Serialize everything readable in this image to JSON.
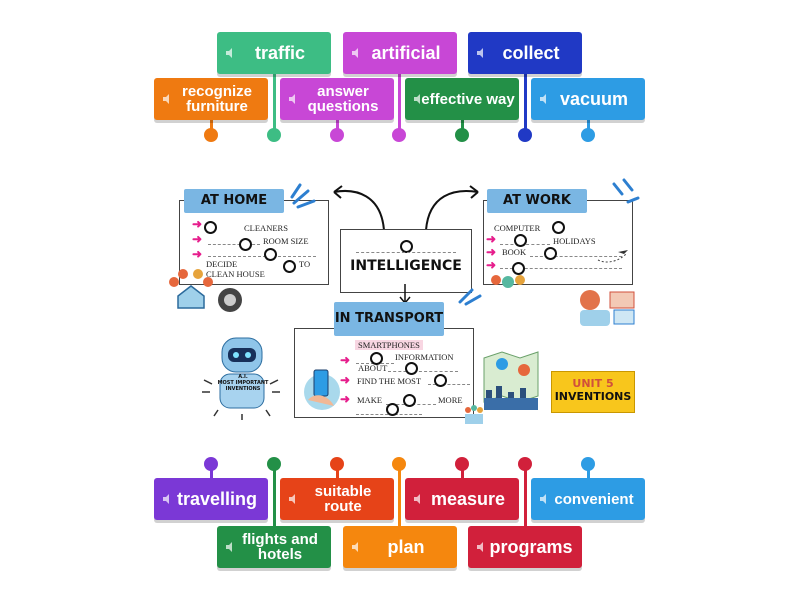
{
  "tiles_top": [
    {
      "label": "traffic",
      "color": "#3dbd84"
    },
    {
      "label": "artificial",
      "color": "#c847d6"
    },
    {
      "label": "collect",
      "color": "#2039c5"
    },
    {
      "label": "recognize furniture",
      "color": "#ef7a11"
    },
    {
      "label": "answer questions",
      "color": "#c847d6"
    },
    {
      "label": "effective way",
      "color": "#239047"
    },
    {
      "label": "vacuum",
      "color": "#2d9ce4"
    }
  ],
  "tiles_bottom": [
    {
      "label": "travelling",
      "color": "#7b38d6"
    },
    {
      "label": "suitable route",
      "color": "#e64318"
    },
    {
      "label": "measure",
      "color": "#d1203b"
    },
    {
      "label": "convenient",
      "color": "#2d9ce4"
    },
    {
      "label": "flights and hotels",
      "color": "#239047"
    },
    {
      "label": "plan",
      "color": "#f5870e"
    },
    {
      "label": "programs",
      "color": "#d1203b"
    }
  ],
  "diagram": {
    "home_title": "AT HOME",
    "home_lines": [
      "CLEANERS",
      "ROOM SIZE",
      "DECIDE",
      "TO",
      "CLEAN HOUSE"
    ],
    "work_title": "AT WORK",
    "work_lines": [
      "COMPUTER",
      "HOLIDAYS",
      "BOOK"
    ],
    "center_title": "INTELLIGENCE",
    "transport_title": "IN TRANSPORT",
    "transport_lines": [
      "SMARTPHONES",
      "INFORMATION",
      "ABOUT",
      "FIND THE MOST",
      "MAKE",
      "MORE"
    ],
    "robot_text": [
      "A.I.",
      "MOST IMPORTANT",
      "INVENTIONS"
    ],
    "unit_label": "UNIT 5",
    "unit_title": "INVENTIONS"
  }
}
